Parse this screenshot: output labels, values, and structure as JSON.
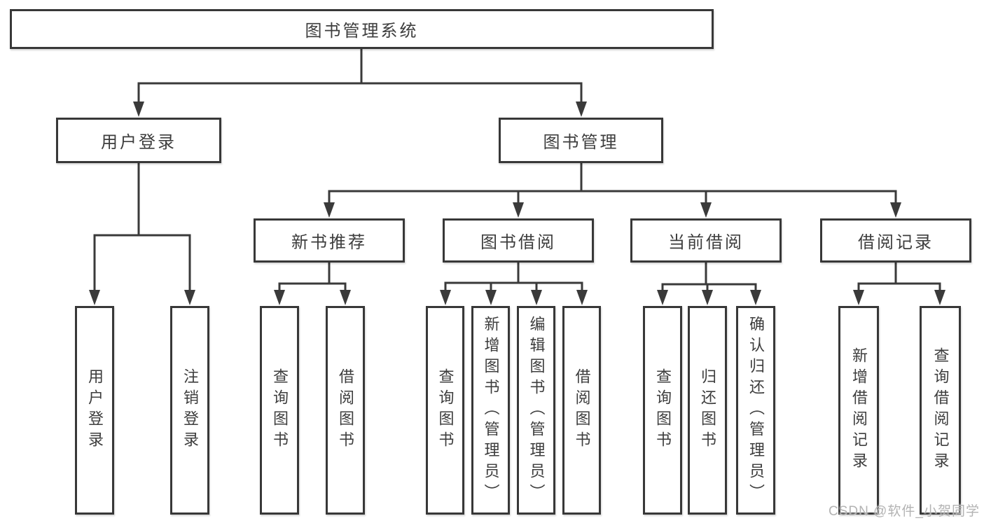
{
  "diagram_type": "hierarchy-tree",
  "colors": {
    "line": "#3a3a3a",
    "box_border": "#383838",
    "text": "#3d3d3d",
    "background": "#ffffff",
    "watermark": "#b3b3b3"
  },
  "tree": {
    "root": {
      "label": "图书管理系统",
      "children": [
        {
          "label": "用户登录",
          "children": [
            {
              "label": "用户登录"
            },
            {
              "label": "注销登录"
            }
          ]
        },
        {
          "label": "图书管理",
          "children": [
            {
              "label": "新书推荐",
              "children": [
                {
                  "label": "查询图书"
                },
                {
                  "label": "借阅图书"
                }
              ]
            },
            {
              "label": "图书借阅",
              "children": [
                {
                  "label": "查询图书"
                },
                {
                  "label": "新增图书（管理员）"
                },
                {
                  "label": "编辑图书（管理员）"
                },
                {
                  "label": "借阅图书"
                }
              ]
            },
            {
              "label": "当前借阅",
              "children": [
                {
                  "label": "查询图书"
                },
                {
                  "label": "归还图书"
                },
                {
                  "label": "确认归还（管理员）"
                }
              ]
            },
            {
              "label": "借阅记录",
              "children": [
                {
                  "label": "新增借阅记录"
                },
                {
                  "label": "查询借阅记录"
                }
              ]
            }
          ]
        }
      ]
    }
  },
  "watermark": {
    "text": "CSDN @软件_小贺同学"
  }
}
